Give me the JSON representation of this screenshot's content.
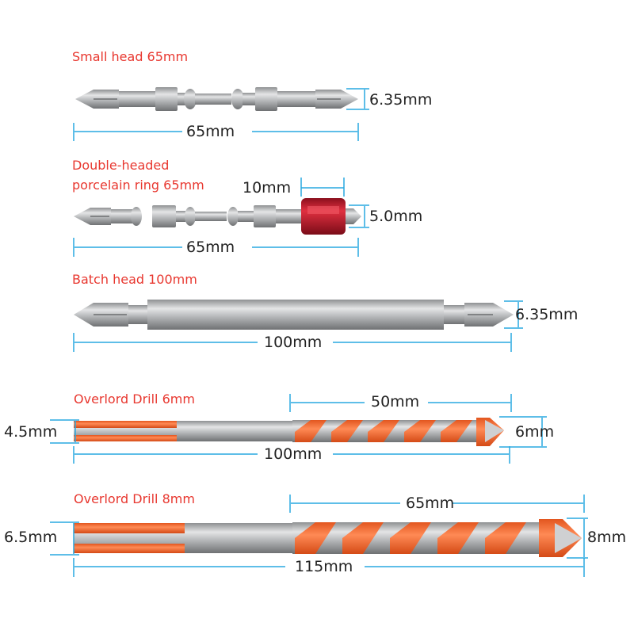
{
  "items": [
    {
      "title": "Small head 65mm",
      "length_label": "65mm",
      "diameter_label": "6.35mm"
    },
    {
      "title_line1": "Double-headed",
      "title_line2": "porcelain ring 65mm",
      "ring_label": "10mm",
      "length_label": "65mm",
      "diameter_label": "5.0mm"
    },
    {
      "title": "Batch head 100mm",
      "length_label": "100mm",
      "diameter_label": "6.35mm"
    },
    {
      "title": "Overlord Drill 6mm",
      "shank_label": "4.5mm",
      "flute_label": "50mm",
      "tip_label": "6mm",
      "length_label": "100mm"
    },
    {
      "title": "Overlord Drill 8mm",
      "shank_label": "6.5mm",
      "flute_label": "65mm",
      "tip_label": "8mm",
      "length_label": "115mm"
    }
  ],
  "colors": {
    "title_red": "#e8372f",
    "dimension_blue": "#29a8e0",
    "steel": "#b7b9bb",
    "drill_orange": "#f26a36",
    "ring_red": "#c8192b"
  }
}
